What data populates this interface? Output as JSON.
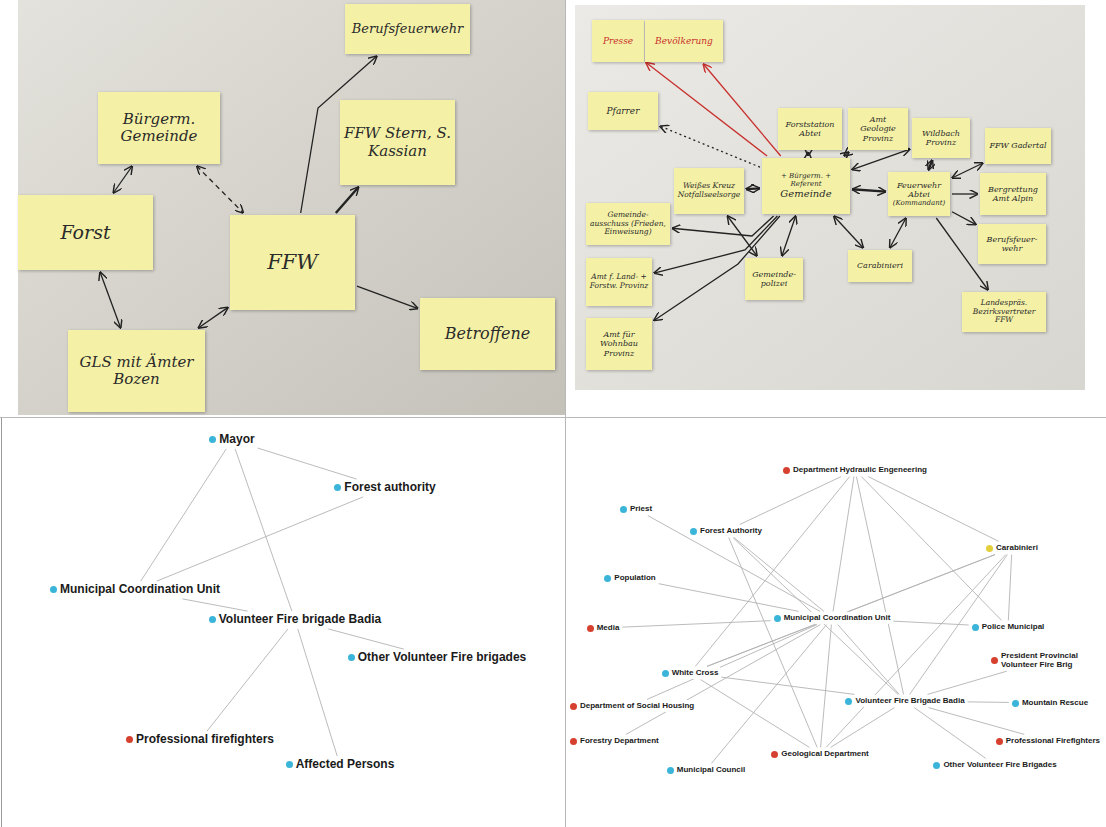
{
  "diagram": {
    "nodes": [
      {
        "text": [
          "Berufsfeuerwehr"
        ]
      },
      {
        "text": [
          "Bürgerm. Gemeinde"
        ]
      },
      {
        "text": [
          "FFW Stern, S. Kassian"
        ]
      },
      {
        "text": [
          "Forst"
        ]
      },
      {
        "text": [
          "FFW"
        ]
      },
      {
        "text": [
          "Betroffene"
        ]
      },
      {
        "text": [
          "GLS mit Ämter Bozen"
        ]
      },
      {
        "text": [
          "Presse"
        ]
      },
      {
        "text": [
          "Bevölkerung"
        ]
      },
      {
        "text": [
          "Pfarrer"
        ]
      },
      {
        "text": [
          "Forststation Abtei"
        ]
      },
      {
        "text": [
          "Amt Geologie Provinz"
        ]
      },
      {
        "text": [
          "Wildbach Provinz"
        ]
      },
      {
        "text": [
          "FFW Gadertal"
        ]
      },
      {
        "text": [
          "Weißes Kreuz Notfallseelsorge"
        ]
      },
      {
        "text": [
          "+ Bürgerm. + Referent",
          "Gemeinde"
        ]
      },
      {
        "text": [
          "Feuerwehr Abtei",
          "(Kommandant)"
        ]
      },
      {
        "text": [
          "Bergrettung Amt Alpin"
        ]
      },
      {
        "text": [
          "Gemeinde- ausschuss (Frieden, Einweisung)"
        ]
      },
      {
        "text": [
          "Berufsfeuer- wehr"
        ]
      },
      {
        "text": [
          "Carabinieri"
        ]
      },
      {
        "text": [
          "Gemeinde- polizei"
        ]
      },
      {
        "text": [
          "Amt f. Land- + Forstw. Provinz"
        ]
      },
      {
        "text": [
          "Landespräs. Bezirksvertreter FFW"
        ]
      },
      {
        "text": [
          "Amt für Wohnbau Provinz"
        ]
      },
      {
        "text": [
          "Mayor"
        ]
      },
      {
        "text": [
          "Forest authority"
        ]
      },
      {
        "text": [
          "Municipal Coordination Unit"
        ]
      },
      {
        "text": [
          "Volunteer Fire brigade Badia"
        ]
      },
      {
        "text": [
          "Other Volunteer Fire brigades"
        ]
      },
      {
        "text": [
          "Professional firefighters"
        ]
      },
      {
        "text": [
          "Affected Persons"
        ]
      },
      {
        "text": [
          "Department Hydraulic Engeneering"
        ]
      },
      {
        "text": [
          "Priest"
        ]
      },
      {
        "text": [
          "Forest Authority"
        ]
      },
      {
        "text": [
          "Carabinieri"
        ]
      },
      {
        "text": [
          "Population"
        ]
      },
      {
        "text": [
          "Media"
        ]
      },
      {
        "text": [
          "Municipal Coordination Unit"
        ]
      },
      {
        "text": [
          "Police Municipal"
        ]
      },
      {
        "text": [
          "President Provincial Volunteer Fire Brig"
        ]
      },
      {
        "text": [
          "White Cross"
        ]
      },
      {
        "text": [
          "Volunteer Fire Brigade Badia"
        ]
      },
      {
        "text": [
          "Mountain Rescue"
        ]
      },
      {
        "text": [
          "Department of Social Housing"
        ]
      },
      {
        "text": [
          "Geological Department"
        ]
      },
      {
        "text": [
          "Professional Firefighters"
        ]
      },
      {
        "text": [
          "Forestry Department"
        ]
      },
      {
        "text": [
          "Other Volunteer Fire Brigades"
        ]
      },
      {
        "text": [
          "Municipal Council"
        ]
      }
    ],
    "edges": [
      {
        "from": 1,
        "to": 3,
        "arrow": "both"
      },
      {
        "from": 1,
        "to": 4,
        "arrow": "both"
      },
      {
        "from": 4,
        "to": 0,
        "arrow": "to"
      },
      {
        "from": 4,
        "to": 2,
        "arrow": "to"
      },
      {
        "from": 4,
        "to": 5,
        "arrow": "to"
      },
      {
        "from": 3,
        "to": 6,
        "arrow": "both"
      },
      {
        "from": 6,
        "to": 4,
        "arrow": "both"
      },
      {
        "from": 15,
        "to": 7,
        "arrow": "to"
      },
      {
        "from": 15,
        "to": 8,
        "arrow": "to"
      },
      {
        "from": 15,
        "to": 9,
        "arrow": "to"
      },
      {
        "from": 15,
        "to": 14,
        "arrow": "both"
      },
      {
        "from": 15,
        "to": 10,
        "arrow": "both"
      },
      {
        "from": 15,
        "to": 11,
        "arrow": "both"
      },
      {
        "from": 15,
        "to": 12,
        "arrow": "both"
      },
      {
        "from": 15,
        "to": 16,
        "arrow": "both"
      },
      {
        "from": 15,
        "to": 18,
        "arrow": "to"
      },
      {
        "from": 15,
        "to": 22,
        "arrow": "to"
      },
      {
        "from": 15,
        "to": 24,
        "arrow": "to"
      },
      {
        "from": 15,
        "to": 21,
        "arrow": "both"
      },
      {
        "from": 15,
        "to": 20,
        "arrow": "both"
      },
      {
        "from": 16,
        "to": 12,
        "arrow": "both"
      },
      {
        "from": 16,
        "to": 13,
        "arrow": "both"
      },
      {
        "from": 16,
        "to": 17,
        "arrow": "to"
      },
      {
        "from": 16,
        "to": 19,
        "arrow": "to"
      },
      {
        "from": 16,
        "to": 23,
        "arrow": "to"
      },
      {
        "from": 16,
        "to": 20,
        "arrow": "both"
      },
      {
        "from": 14,
        "to": 21,
        "arrow": "both"
      },
      {
        "from": 25,
        "to": 26,
        "arrow": "none"
      },
      {
        "from": 25,
        "to": 27,
        "arrow": "none"
      },
      {
        "from": 27,
        "to": 26,
        "arrow": "none"
      },
      {
        "from": 25,
        "to": 28,
        "arrow": "none"
      },
      {
        "from": 27,
        "to": 28,
        "arrow": "none"
      },
      {
        "from": 28,
        "to": 29,
        "arrow": "none"
      },
      {
        "from": 28,
        "to": 30,
        "arrow": "none"
      },
      {
        "from": 28,
        "to": 31,
        "arrow": "none"
      },
      {
        "from": 38,
        "to": 33,
        "arrow": "none"
      },
      {
        "from": 38,
        "to": 36,
        "arrow": "none"
      },
      {
        "from": 38,
        "to": 37,
        "arrow": "none"
      },
      {
        "from": 38,
        "to": 34,
        "arrow": "none"
      },
      {
        "from": 38,
        "to": 41,
        "arrow": "none"
      },
      {
        "from": 38,
        "to": 44,
        "arrow": "none"
      },
      {
        "from": 38,
        "to": 47,
        "arrow": "none"
      },
      {
        "from": 38,
        "to": 49,
        "arrow": "none"
      },
      {
        "from": 38,
        "to": 32,
        "arrow": "none"
      },
      {
        "from": 38,
        "to": 45,
        "arrow": "none"
      },
      {
        "from": 38,
        "to": 35,
        "arrow": "none"
      },
      {
        "from": 38,
        "to": 39,
        "arrow": "none"
      },
      {
        "from": 38,
        "to": 42,
        "arrow": "none"
      },
      {
        "from": 42,
        "to": 32,
        "arrow": "none"
      },
      {
        "from": 42,
        "to": 35,
        "arrow": "none"
      },
      {
        "from": 42,
        "to": 48,
        "arrow": "none"
      },
      {
        "from": 42,
        "to": 43,
        "arrow": "none"
      },
      {
        "from": 42,
        "to": 46,
        "arrow": "none"
      },
      {
        "from": 42,
        "to": 40,
        "arrow": "none"
      },
      {
        "from": 42,
        "to": 45,
        "arrow": "none"
      },
      {
        "from": 42,
        "to": 41,
        "arrow": "none"
      },
      {
        "from": 42,
        "to": 34,
        "arrow": "none"
      },
      {
        "from": 34,
        "to": 32,
        "arrow": "none"
      },
      {
        "from": 34,
        "to": 45,
        "arrow": "none"
      },
      {
        "from": 32,
        "to": 35,
        "arrow": "none"
      },
      {
        "from": 32,
        "to": 39,
        "arrow": "none"
      },
      {
        "from": 32,
        "to": 41,
        "arrow": "none"
      },
      {
        "from": 35,
        "to": 39,
        "arrow": "none"
      },
      {
        "from": 35,
        "to": 41,
        "arrow": "none"
      },
      {
        "from": 45,
        "to": 41,
        "arrow": "none"
      },
      {
        "from": 45,
        "to": 35,
        "arrow": "none"
      }
    ]
  }
}
